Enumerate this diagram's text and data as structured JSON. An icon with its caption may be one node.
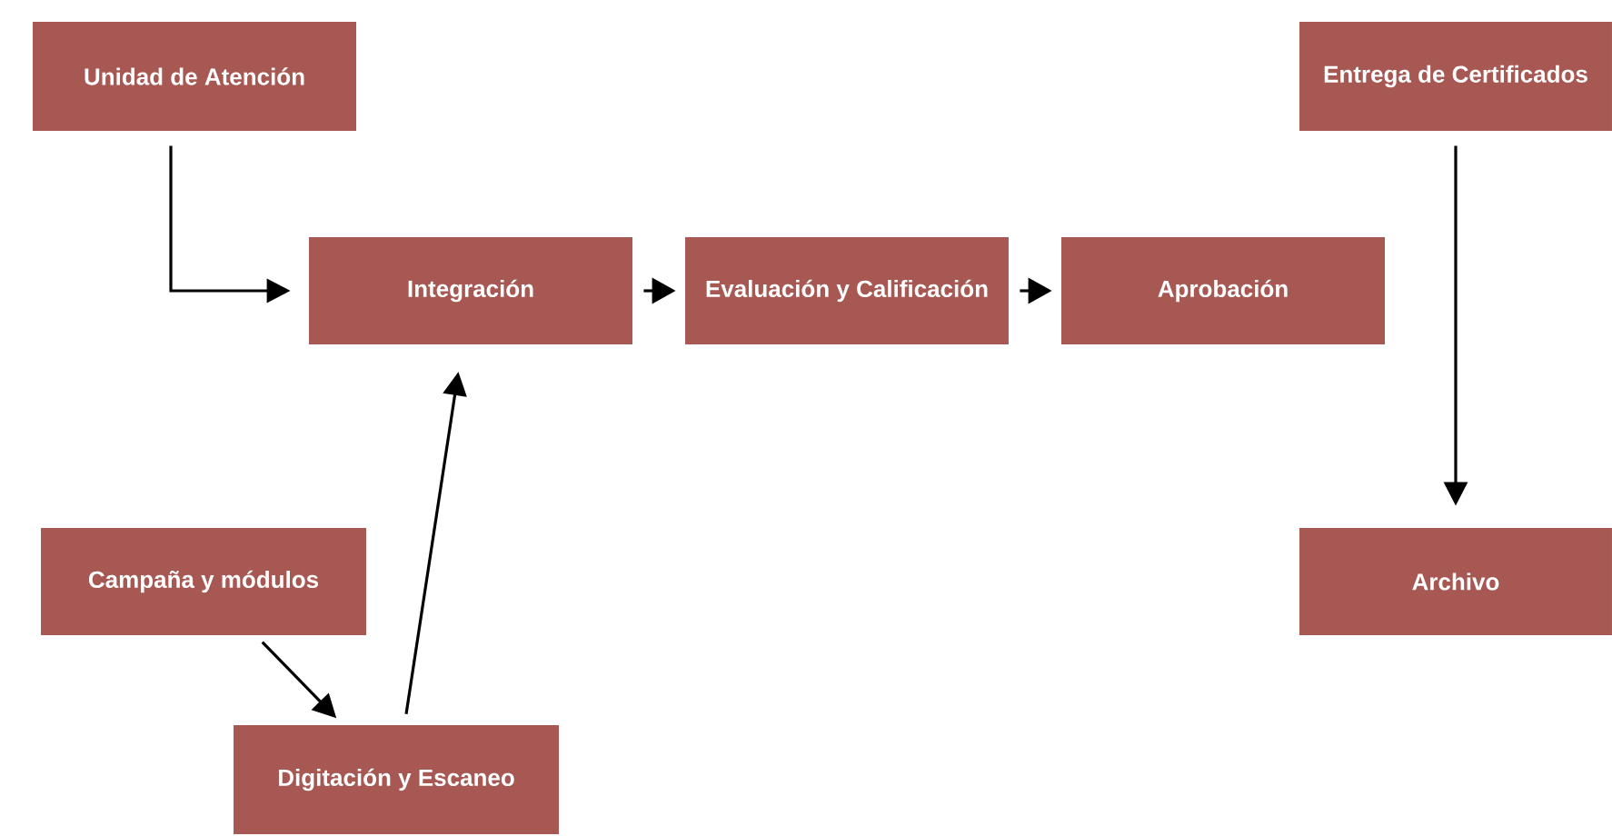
{
  "diagram": {
    "nodes": [
      {
        "text": [
          "Unidad de Atención"
        ]
      },
      {
        "text": [
          "Integración"
        ]
      },
      {
        "text": [
          "Evaluación y Calificación"
        ]
      },
      {
        "text": [
          "Aprobación"
        ]
      },
      {
        "text": [
          "Entrega de Certificados"
        ]
      },
      {
        "text": [
          "Archivo"
        ]
      },
      {
        "text": [
          "Campaña y módulos"
        ]
      },
      {
        "text": [
          "Digitación y Escaneo"
        ]
      }
    ],
    "edges": [
      {
        "from": 0,
        "to": 1,
        "arrow": "to"
      },
      {
        "from": 1,
        "to": 2,
        "arrow": "to"
      },
      {
        "from": 2,
        "to": 3,
        "arrow": "to"
      },
      {
        "from": 4,
        "to": 5,
        "arrow": "to"
      },
      {
        "from": 6,
        "to": 7,
        "arrow": "to"
      },
      {
        "from": 7,
        "to": 1,
        "arrow": "to"
      }
    ]
  }
}
